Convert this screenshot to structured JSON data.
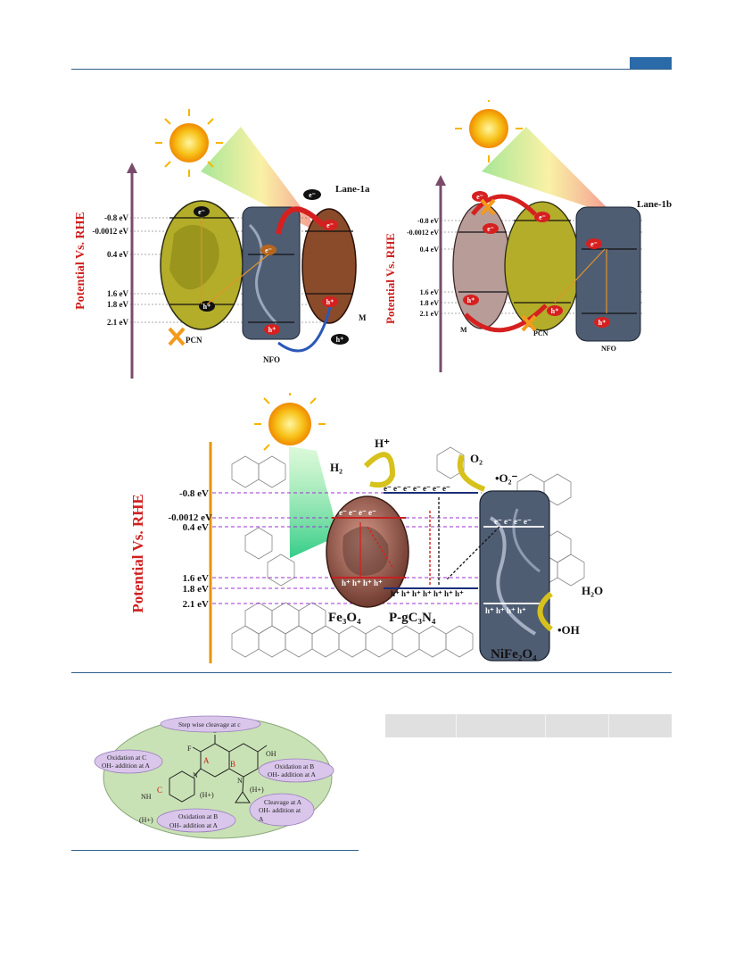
{
  "colors": {
    "accent": "#2a6aa8",
    "axis_red": "#c0392b",
    "axis_orange": "#e69500",
    "sun": "#f7b500",
    "level_line_purple": "#9b30d0",
    "pcn_fill": "#b3ad2a",
    "nfo_fill": "#4f5d73",
    "m_fill": "#8a4b2a",
    "arrow_red": "#d62020",
    "ellipse_green": "#c9e2b5"
  },
  "lane1a": {
    "title": "Lane-1a",
    "axis_label": "Potential Vs. RHE",
    "levels": [
      "-0.8 eV",
      "-0.0012 eV",
      "0.4 eV",
      "1.6 eV",
      "1.8 eV",
      "2.1 eV"
    ],
    "pcn_label": "PCN",
    "nfo_label": "NFO",
    "m_label": "M",
    "electron": "e⁻",
    "hole": "h⁺"
  },
  "lane1b": {
    "title": "Lane-1b",
    "axis_label": "Potential Vs. RHE",
    "levels": [
      "-0.8 eV",
      "-0.0012 eV",
      "0.4 eV",
      "1.6 eV",
      "1.8 eV",
      "2.1 eV"
    ],
    "m_label": "M",
    "pcn_label": "PCN",
    "nfo_label": "NFO",
    "electron": "e⁻",
    "hole": "h⁺"
  },
  "lane2": {
    "axis_label": "Potential Vs. RHE",
    "levels": [
      "-0.8 eV",
      "-0.0012 eV",
      "0.4 eV",
      "1.6 eV",
      "1.8 eV",
      "2.1 eV"
    ],
    "fe3o4_label": "Fe₃O₄",
    "pgcn_label": "P-gC₃N₄",
    "nife_label": "NiFe₂O₄",
    "h_plus": "H⁺",
    "h2": "H₂",
    "o2": "O₂",
    "superoxide": "•O₂⁻",
    "h2o": "H₂O",
    "oh": "•OH",
    "fe_electrons": "e⁻ e⁻ e⁻ e⁻",
    "pgcn_electrons": "e⁻ e⁻ e⁻ e⁻ e⁻ e⁻ e⁻",
    "nife_electrons": "e⁻ e⁻ e⁻ e⁻",
    "fe_holes": "h⁺ h⁺ h⁺ h⁺",
    "pgcn_holes": "h⁺ h⁺ h⁺ h⁺ h⁺ h⁺ h⁺",
    "nife_holes": "h⁺ h⁺ h⁺ h⁺"
  },
  "pathway": {
    "top_bubble": "Step wise cleavage at c",
    "left_bubble_line1": "Oxidation at C",
    "left_bubble_line2": "OH- addition at A",
    "right_bubble_line1": "Oxidation at B",
    "right_bubble_line2": "OH- addition at A",
    "bottom_left_line1": "Oxidation at B",
    "bottom_left_line2": "OH- addition at A",
    "bottom_right_line1": "Cleavage at A",
    "bottom_right_line2": "OH- addition at",
    "bottom_right_line3": "A",
    "atom_f": "F",
    "atom_o": "O",
    "atom_oh": "OH",
    "atom_n": "N",
    "atom_nh": "NH",
    "ring_a": "A",
    "ring_b": "B",
    "ring_c": "C",
    "charge_1": "(H+)",
    "charge_2": "(H+)",
    "charge_3": "(H+)"
  }
}
